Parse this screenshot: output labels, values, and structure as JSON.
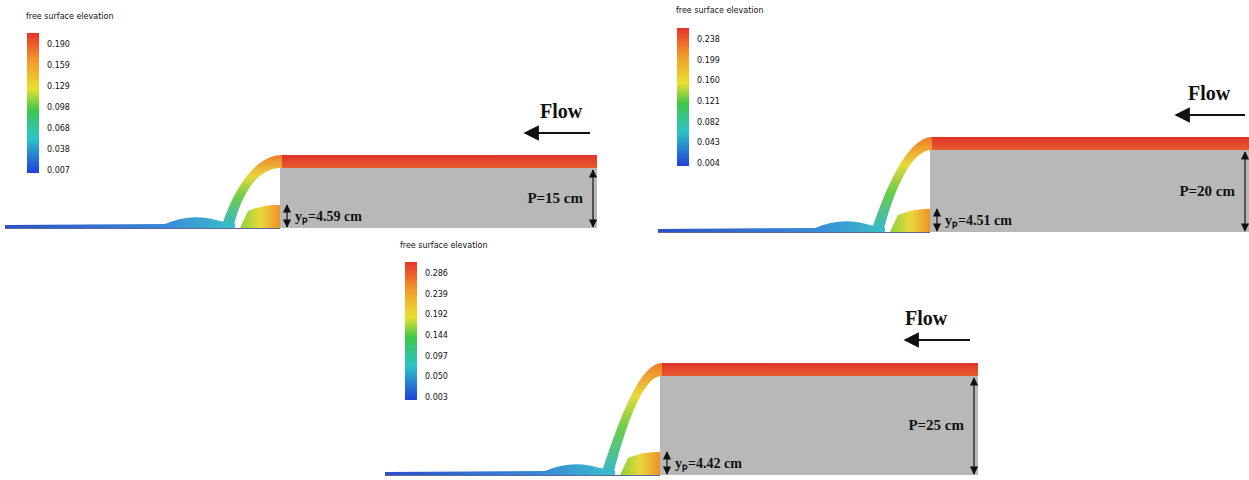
{
  "diagram": {
    "nodes": [
      {
        "text": [
          "P=15 cm"
        ]
      },
      {
        "text": [
          "P=20 cm"
        ]
      },
      {
        "text": [
          "P=25 cm"
        ]
      }
    ],
    "labels": [
      "free surface elevation",
      "0.190",
      "0.159",
      "0.129",
      "0.098",
      "0.068",
      "0.038",
      "0.007",
      "Flow",
      "yₚ=4.59 cm",
      "free surface elevation",
      "0.238",
      "0.199",
      "0.160",
      "0.121",
      "0.082",
      "0.043",
      "0.004",
      "Flow",
      "yₚ=4.51 cm",
      "free surface elevation",
      "0.286",
      "0.239",
      "0.192",
      "0.144",
      "0.097",
      "0.050",
      "0.003",
      "Flow",
      "yₚ=4.42 cm"
    ]
  }
}
